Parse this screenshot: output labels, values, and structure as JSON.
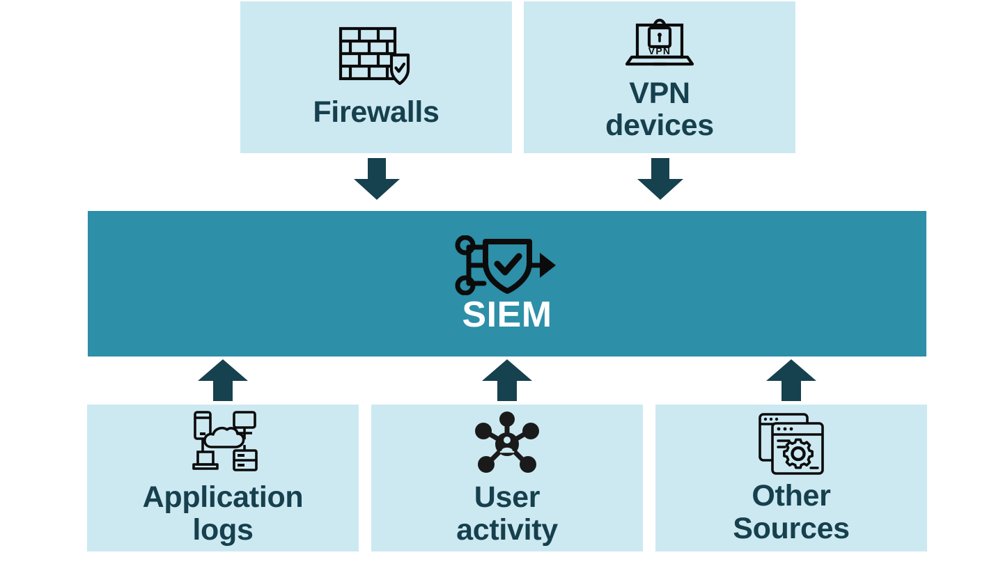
{
  "diagram": {
    "title": "SIEM data sources flow",
    "colors": {
      "box_fill": "#CCE9F2",
      "panel_fill": "#2D8FA8",
      "arrow_fill": "#16414F",
      "label_text": "#16404D",
      "panel_text": "#FFFFFF",
      "icon_stroke": "#0B0B0B",
      "background": "#FFFFFF"
    }
  },
  "top_sources": [
    {
      "id": "firewalls",
      "label": "Firewalls",
      "icon": "brick-wall-shield-icon"
    },
    {
      "id": "vpn-devices",
      "label": "VPN\ndevices",
      "icon": "laptop-vpn-lock-icon",
      "icon_text": "VPN"
    }
  ],
  "center": {
    "id": "siem",
    "label": "SIEM",
    "icon": "shield-check-network-arrow-icon"
  },
  "bottom_sources": [
    {
      "id": "application-logs",
      "label": "Application\nlogs",
      "icon": "cloud-network-devices-icon"
    },
    {
      "id": "user-activity",
      "label": "User\nactivity",
      "icon": "user-network-hub-icon"
    },
    {
      "id": "other-sources",
      "label": "Other\nSources",
      "icon": "windows-gear-icon"
    }
  ],
  "arrows": [
    {
      "id": "firewalls-to-siem",
      "direction": "down"
    },
    {
      "id": "vpn-to-siem",
      "direction": "down"
    },
    {
      "id": "applogs-to-siem",
      "direction": "up"
    },
    {
      "id": "useractivity-to-siem",
      "direction": "up"
    },
    {
      "id": "othersources-to-siem",
      "direction": "up"
    }
  ]
}
